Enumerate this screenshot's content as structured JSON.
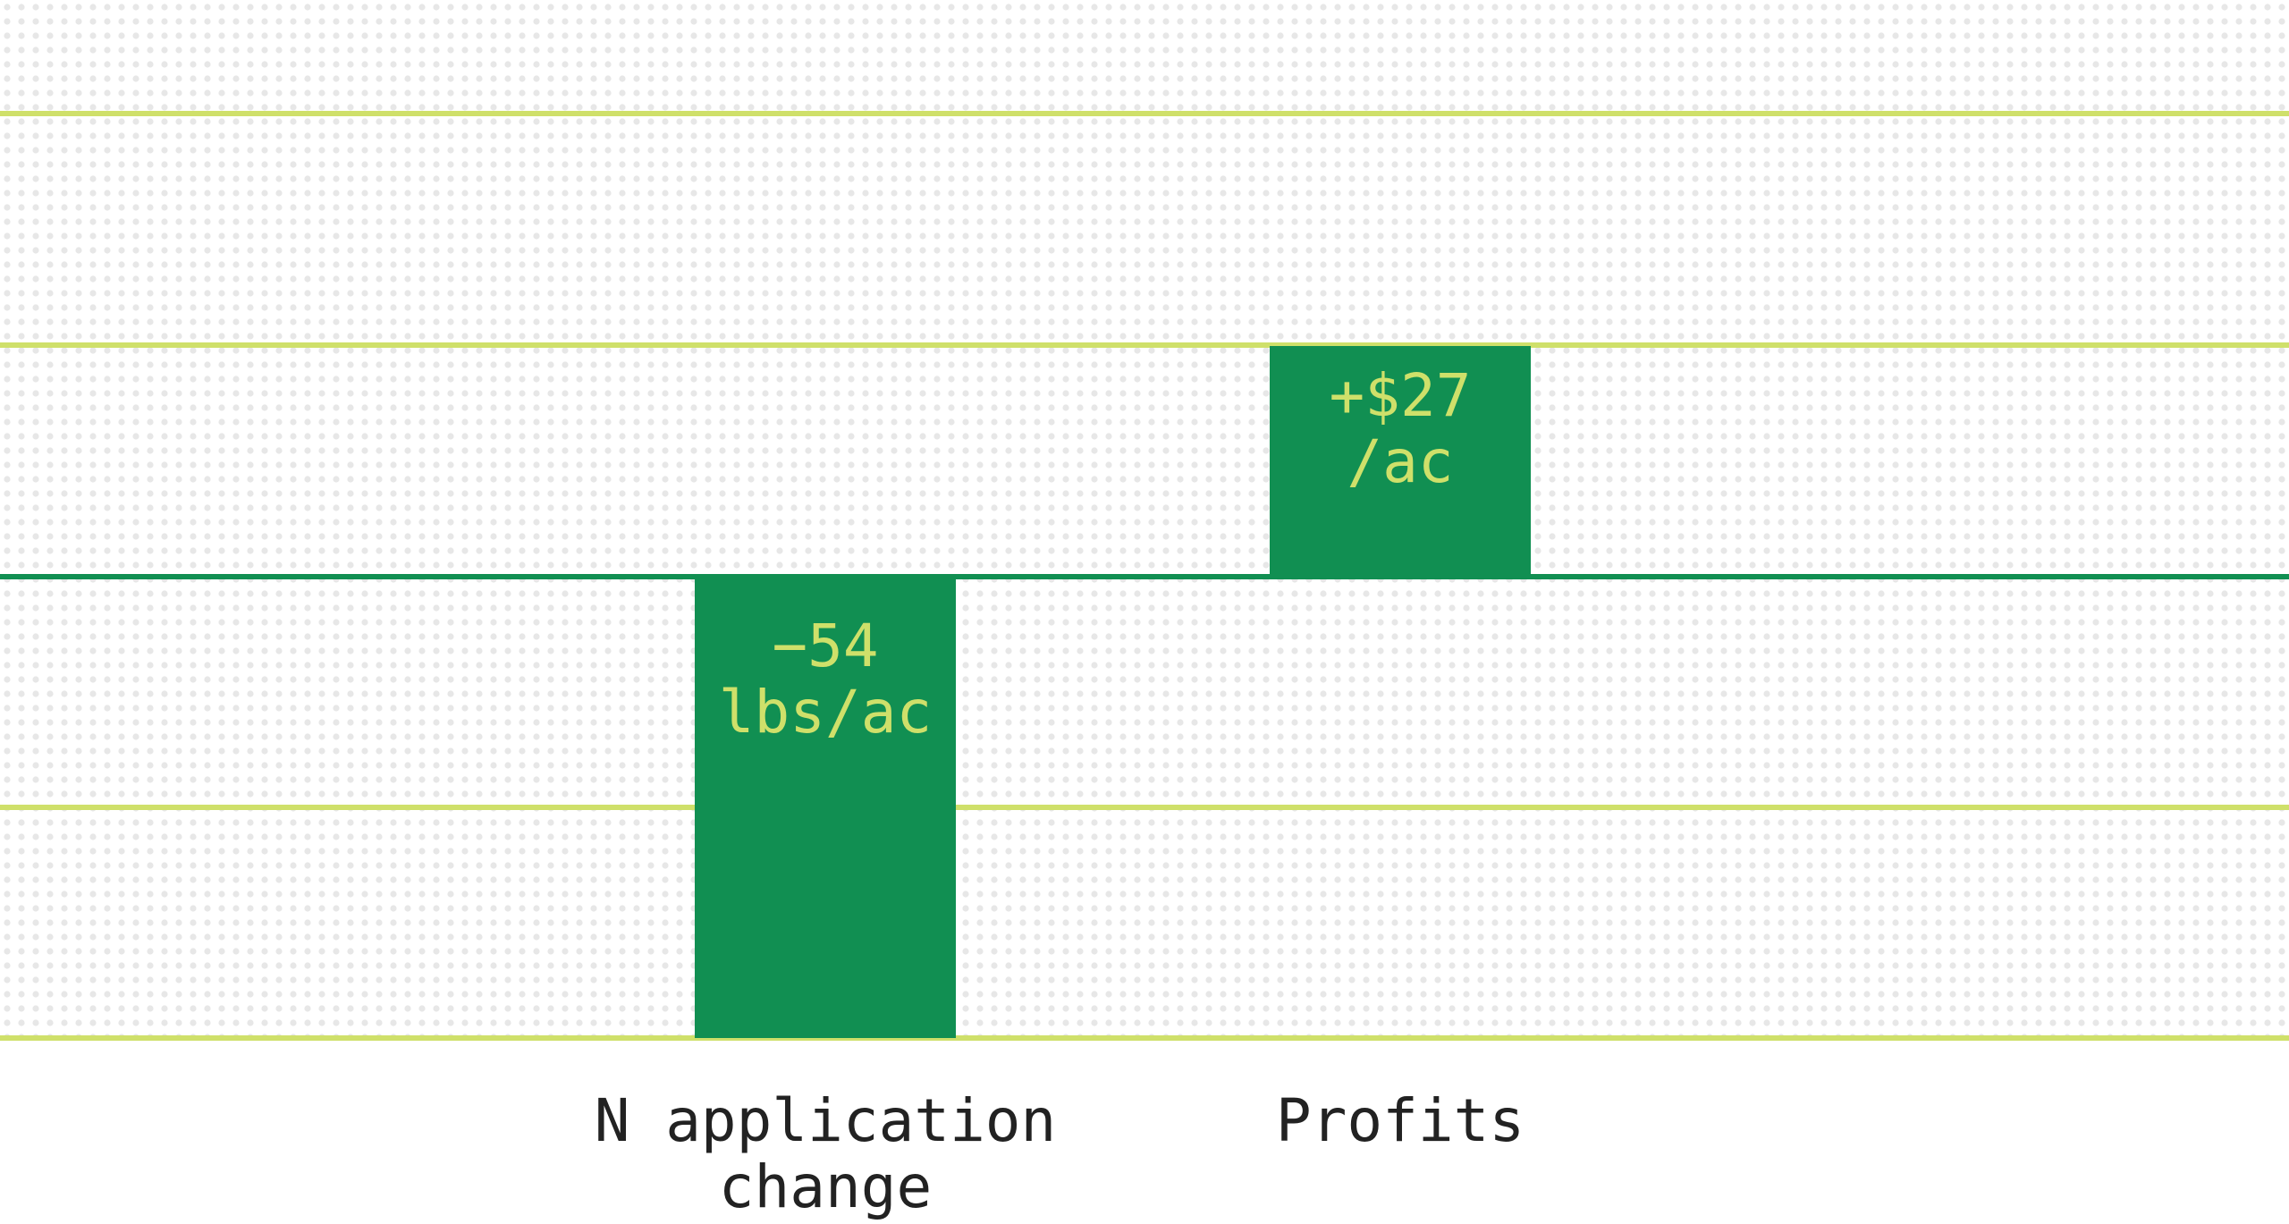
{
  "chart_data": {
    "type": "bar",
    "categories": [
      [
        "N application",
        "change"
      ],
      [
        "Profits"
      ]
    ],
    "series": [
      {
        "values": [
          -54,
          27
        ],
        "labels": [
          [
            "−54",
            "lbs/ac"
          ],
          [
            "+$27",
            "/ac"
          ]
        ]
      }
    ],
    "ylim": [
      -60,
      60
    ],
    "grid": true,
    "colors": {
      "bar": "#118f52",
      "bar_label": "#cfe06a",
      "gridline": "#cfe06a",
      "zero_line": "#118f52",
      "dots": "#e7e7e7",
      "category_label": "#222222"
    }
  }
}
